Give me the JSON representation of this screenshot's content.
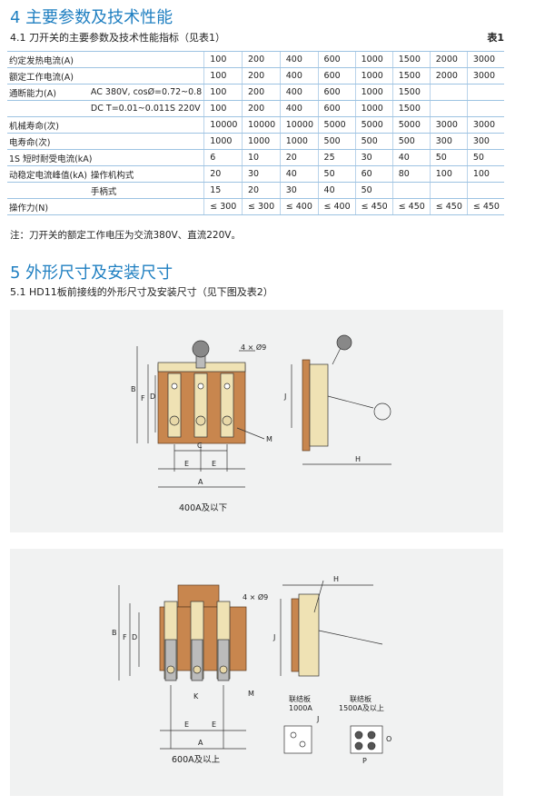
{
  "section4": {
    "title": "4 主要参数及技术性能",
    "subtitle": "4.1 刀开关的主要参数及技术性能指标（见表1）",
    "table_tag": "表1"
  },
  "table": {
    "rows": [
      {
        "label": "约定发热电流(A)",
        "values": [
          "100",
          "200",
          "400",
          "600",
          "1000",
          "1500",
          "2000",
          "3000"
        ]
      },
      {
        "label": "额定工作电流(A)",
        "values": [
          "100",
          "200",
          "400",
          "600",
          "1000",
          "1500",
          "2000",
          "3000"
        ]
      },
      {
        "label": "通断能力(A)",
        "sub": "AC  380V, cosØ=0.72~0.8",
        "values": [
          "100",
          "200",
          "400",
          "600",
          "1000",
          "1500",
          "",
          ""
        ]
      },
      {
        "label": "",
        "sub": "DC  T=0.01~0.011S  220V",
        "values": [
          "100",
          "200",
          "400",
          "600",
          "1000",
          "1500",
          "",
          ""
        ]
      },
      {
        "label": "机械寿命(次)",
        "values": [
          "10000",
          "10000",
          "10000",
          "5000",
          "5000",
          "5000",
          "3000",
          "3000"
        ]
      },
      {
        "label": "电寿命(次)",
        "values": [
          "1000",
          "1000",
          "1000",
          "500",
          "500",
          "500",
          "300",
          "300"
        ]
      },
      {
        "label": "1S 短时耐受电流(kA)",
        "values": [
          "6",
          "10",
          "20",
          "25",
          "30",
          "40",
          "50",
          "50"
        ]
      },
      {
        "label": "动稳定电流峰值(kA)",
        "sub": "操作机构式",
        "values": [
          "20",
          "30",
          "40",
          "50",
          "60",
          "80",
          "100",
          "100"
        ]
      },
      {
        "label": "",
        "sub": "手柄式",
        "values": [
          "15",
          "20",
          "30",
          "40",
          "50",
          "",
          "",
          ""
        ]
      },
      {
        "label": "操作力(N)",
        "values": [
          "≤ 300",
          "≤ 300",
          "≤ 400",
          "≤ 400",
          "≤ 450",
          "≤ 450",
          "≤ 450",
          "≤ 450"
        ]
      }
    ]
  },
  "note": "注：刀开关的额定工作电压为交流380V、直流220V。",
  "section5": {
    "title": "5 外形尺寸及安装尺寸",
    "subtitle": "5.1 HD11板前接线的外形尺寸及安装尺寸（见下图及表2）"
  },
  "figure1": {
    "caption": "400A及以下",
    "hole_label": "4 × Ø9",
    "dims": {
      "A": "A",
      "B": "B",
      "C": "C",
      "D": "D",
      "E": "E",
      "F": "F",
      "H": "H",
      "J": "J",
      "M": "M"
    }
  },
  "figure2": {
    "caption": "600A及以上",
    "hole_label": "4 × Ø9",
    "dims": {
      "A": "A",
      "B": "B",
      "D": "D",
      "E": "E",
      "F": "F",
      "H": "H",
      "J": "J",
      "K": "K",
      "M": "M",
      "O": "O",
      "P": "P"
    },
    "plate1": "联结板\n1000A",
    "plate1_l1": "联结板",
    "plate1_l2": "1000A",
    "plate2_l1": "联结板",
    "plate2_l2": "1500A及以上"
  },
  "colors": {
    "accent": "#1f7fc1",
    "rule": "#9dc3e2",
    "panel": "#f1f2f2",
    "copper": "#c8864e",
    "insulator": "#efe2b4"
  }
}
